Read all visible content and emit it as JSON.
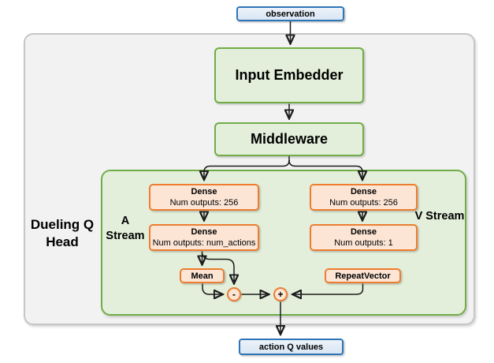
{
  "diagram": {
    "group_label": "Dueling Q Head",
    "input_node": "observation",
    "output_node": "action Q values",
    "input_embedder": "Input Embedder",
    "middleware": "Middleware",
    "a_stream": {
      "label": "A Stream",
      "dense1": {
        "title": "Dense",
        "subtitle": "Num outputs: 256"
      },
      "dense2": {
        "title": "Dense",
        "subtitle": "Num outputs: num_actions"
      },
      "mean": "Mean"
    },
    "v_stream": {
      "label": "V Stream",
      "dense1": {
        "title": "Dense",
        "subtitle": "Num outputs: 256"
      },
      "dense2": {
        "title": "Dense",
        "subtitle": "Num outputs: 1"
      },
      "repeat_vector": "RepeatVector"
    },
    "ops": {
      "subtract": "-",
      "add": "+"
    },
    "colors": {
      "blue_border": "#2e75b6",
      "blue_fill": "#dce8f5",
      "green_border": "#70ad47",
      "green_fill": "#e3efda",
      "orange_border": "#ed7d31",
      "orange_fill": "#fce5d5",
      "gray_fill": "#f2f2f2",
      "gray_border": "#c6c6c6",
      "arrow": "#1c1c1c"
    }
  }
}
